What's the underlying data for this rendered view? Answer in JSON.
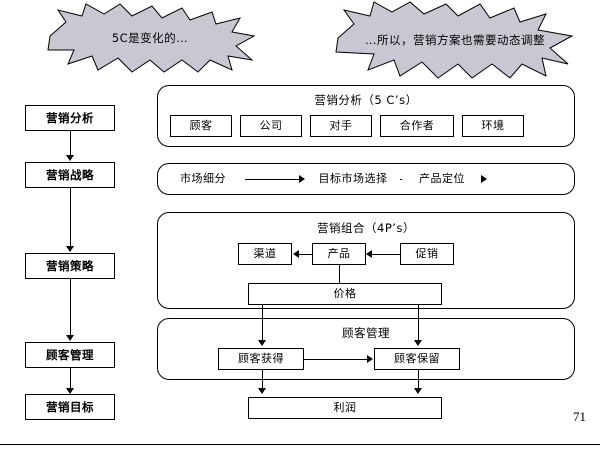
{
  "slide": {
    "page_number": "71",
    "callouts": [
      {
        "text": "5C是变化的…"
      },
      {
        "text": "…所以，营销方案也需要动态调整"
      }
    ],
    "left_flow": [
      {
        "label": "营销分析"
      },
      {
        "label": "营销战略"
      },
      {
        "label": "营销策略"
      },
      {
        "label": "顾客管理"
      },
      {
        "label": "营销目标"
      }
    ],
    "panels": {
      "analysis": {
        "title": "营销分析（5 C’s）",
        "items": [
          "顾客",
          "公司",
          "对手",
          "合作者",
          "环境"
        ]
      },
      "strategy": {
        "items": [
          "市场细分",
          "目标市场选择",
          "产品定位"
        ]
      },
      "mix": {
        "title": "营销组合（4P’s）",
        "items": [
          "渠道",
          "产品",
          "促销"
        ],
        "price": "价格"
      },
      "customer": {
        "title": "顾客管理",
        "items": [
          "顾客获得",
          "顾客保留"
        ]
      },
      "profit": {
        "label": "利润"
      }
    },
    "colors": {
      "callout_fill": "#c8c8d2",
      "inner_fill": "#ffffff",
      "line": "#000000"
    }
  }
}
